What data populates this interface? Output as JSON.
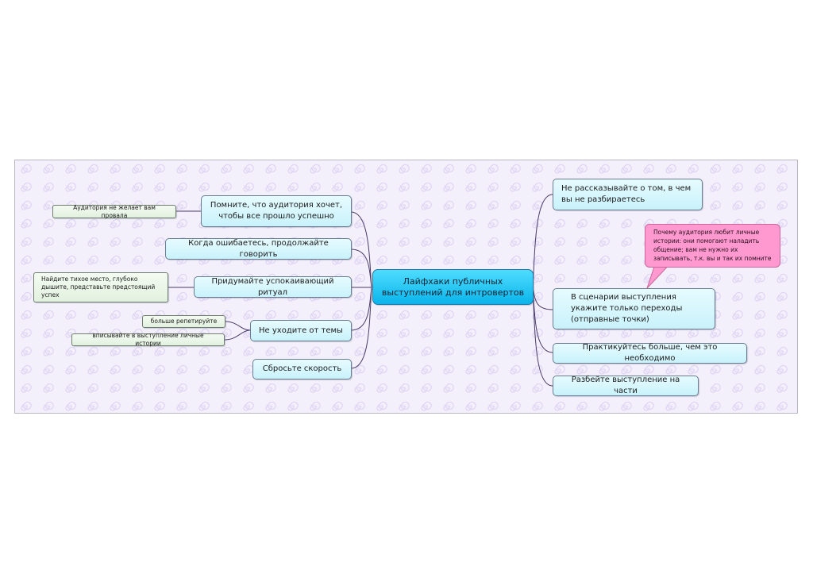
{
  "root": {
    "label": "Лайфхаки публичных выступлений для интровертов"
  },
  "left": [
    {
      "label": "Помните, что аудитория хочет, чтобы все прошло успешно",
      "children": [
        "Аудитория не желает вам провала"
      ]
    },
    {
      "label": "Когда ошибаетесь, продолжайте говорить"
    },
    {
      "label": "Придумайте успокаивающий ритуал",
      "children": [
        "Найдите тихое место, глубоко дышите, представьте предстоящий успех"
      ]
    },
    {
      "label": "Не уходите от темы",
      "children": [
        "больше репетируйте",
        "вписывайте в выступление личные истории"
      ]
    },
    {
      "label": "Сбросьте скорость"
    }
  ],
  "right": [
    {
      "label": "Не рассказывайте о том, в чем вы не разбираетесь"
    },
    {
      "label": "В сценарии выступления укажите только переходы (отправные точки)"
    },
    {
      "label": "Практикуйтесь больше, чем это необходимо"
    },
    {
      "label": "Разбейте выступление на части"
    }
  ],
  "callout": {
    "text": "Почему аудитория любит личные истории: они помогают наладить общение; вам не нужно их записывать, т.к. вы и так их помните"
  },
  "colors": {
    "background": "#f3f0fb",
    "pattern": "#e0d6f4",
    "root": "#1ec4f4",
    "topic": "#d6f7fc",
    "subtopic": "#e8f4e6",
    "callout": "#ff99cf",
    "connector": "#4a3c68"
  }
}
